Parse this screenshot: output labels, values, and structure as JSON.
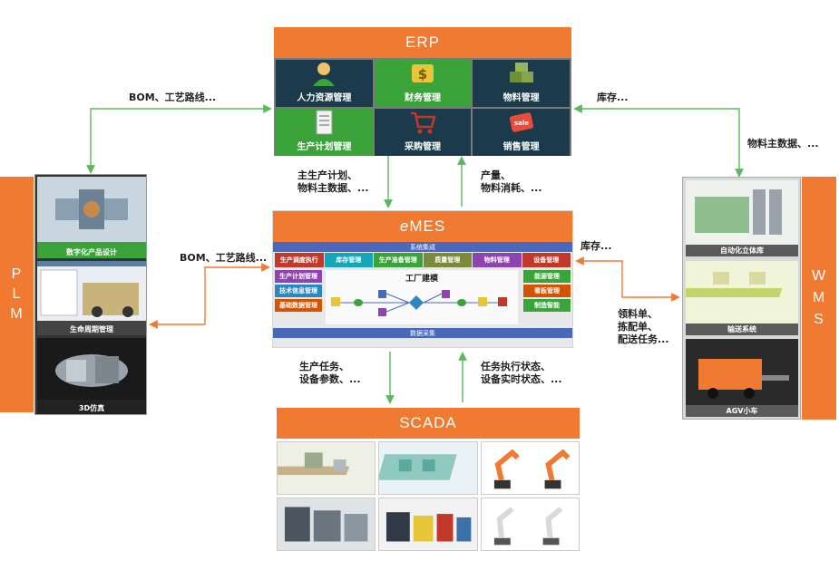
{
  "erp": {
    "title": "ERP",
    "modules": [
      {
        "label": "人力资源管理",
        "icon": "person-icon",
        "bg": "#1b3a4b",
        "iconColor": "#f0c36a"
      },
      {
        "label": "财务管理",
        "icon": "money-icon",
        "bg": "#3aa33a",
        "iconColor": "#e8c63a"
      },
      {
        "label": "物料管理",
        "icon": "boxes-icon",
        "bg": "#1b3a4b",
        "iconColor": "#6f8f3a"
      },
      {
        "label": "生产计划管理",
        "icon": "document-icon",
        "bg": "#3aa33a",
        "iconColor": "#e9e9e9"
      },
      {
        "label": "采购管理",
        "icon": "cart-icon",
        "bg": "#1b3a4b",
        "iconColor": "#c0392b"
      },
      {
        "label": "销售管理",
        "icon": "sale-tag-icon",
        "bg": "#1b3a4b",
        "iconColor": "#e74c3c"
      }
    ]
  },
  "mes": {
    "title_prefix": "e",
    "title_main": "MES",
    "top_strip": "系统集成",
    "bottom_strip": "数据采集",
    "tabs": [
      {
        "label": "生产调度执行",
        "bg": "#c0392b"
      },
      {
        "label": "库存管理",
        "bg": "#16a6b6"
      },
      {
        "label": "生产准备管理",
        "bg": "#3aa33a"
      },
      {
        "label": "质量管理",
        "bg": "#7b8a3a"
      },
      {
        "label": "物料管理",
        "bg": "#8e44ad"
      },
      {
        "label": "设备管理",
        "bg": "#c0392b"
      }
    ],
    "left": [
      {
        "label": "生产计划管理",
        "bg": "#8e44ad"
      },
      {
        "label": "技术信息管理",
        "bg": "#2e86c1"
      },
      {
        "label": "基础数据管理",
        "bg": "#d35400"
      }
    ],
    "right": [
      {
        "label": "能源管理",
        "bg": "#3aa33a"
      },
      {
        "label": "看板管理",
        "bg": "#d35400"
      },
      {
        "label": "制造智能",
        "bg": "#3aa33a"
      }
    ],
    "center_title": "工厂建模"
  },
  "scada": {
    "title": "SCADA"
  },
  "plm": {
    "bar_letters": [
      "P",
      "L",
      "M"
    ],
    "items": [
      "数字化产品设计",
      "生命周期管理",
      "3D仿真"
    ]
  },
  "wms": {
    "bar_letters": [
      "W",
      "M",
      "S"
    ],
    "items": [
      "自动化立体库",
      "输送系统",
      "AGV小车"
    ]
  },
  "edges": {
    "plm_erp": "BOM、工艺路线...",
    "plm_mes": "BOM、工艺路线...",
    "erp_wms_top": "库存...",
    "erp_wms_side": "物料主数据、...",
    "erp_to_mes": [
      "主生产计划、",
      "物料主数据、..."
    ],
    "mes_to_erp": [
      "产量、",
      "物料消耗、..."
    ],
    "mes_wms_top": "库存...",
    "mes_wms_bottom": [
      "领料单、",
      "拣配单、",
      "配送任务..."
    ],
    "mes_to_scada": [
      "生产任务、",
      "设备参数、..."
    ],
    "scada_to_mes": [
      "任务执行状态、",
      "设备实时状态、..."
    ]
  },
  "colors": {
    "arrow": "#5cb85c",
    "arrow_orange": "#f07a32",
    "accent": "#f07a32"
  }
}
